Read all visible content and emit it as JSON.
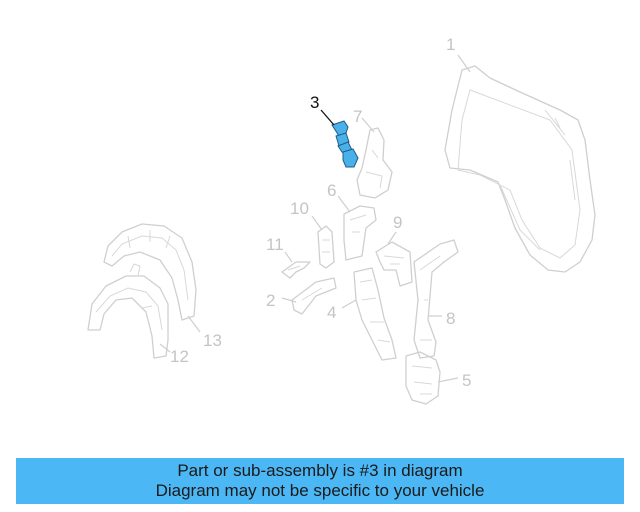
{
  "callouts": {
    "c1": "1",
    "c2": "2",
    "c3": "3",
    "c4": "4",
    "c5": "5",
    "c6": "6",
    "c7": "7",
    "c8": "8",
    "c9": "9",
    "c10": "10",
    "c11": "11",
    "c12": "12",
    "c13": "13"
  },
  "highlighted_part": "3",
  "colors": {
    "banner_bg": "#4cb7f5",
    "highlight_fill": "#4ab0ea",
    "part_outline": "#cfcfcf"
  },
  "banner": {
    "line1": "Part or sub-assembly is #3 in diagram",
    "line2": "Diagram may not be specific to your vehicle"
  }
}
